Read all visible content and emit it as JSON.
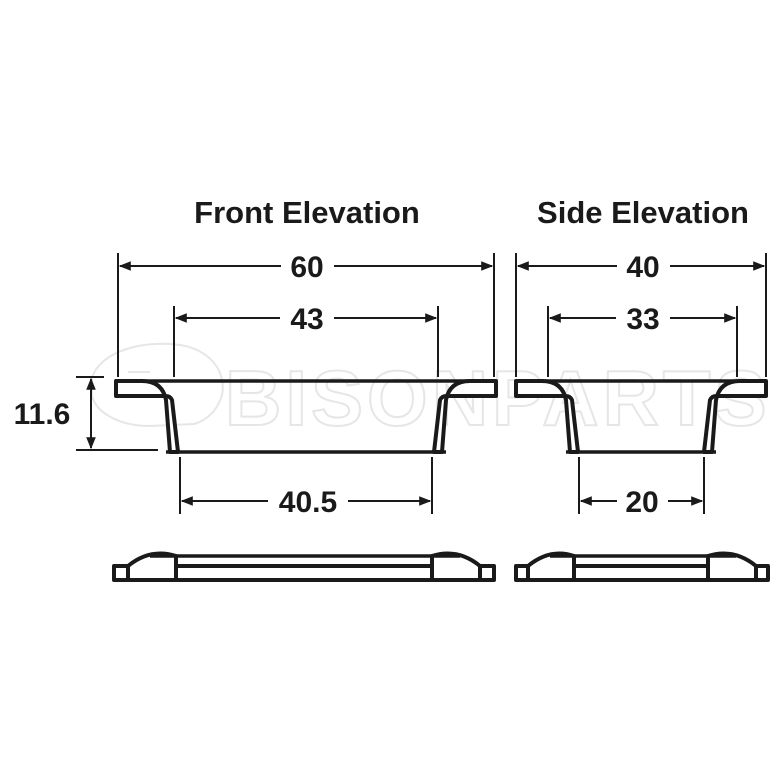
{
  "watermark": {
    "text": "BISONPARTS"
  },
  "front_elevation": {
    "title": "Front Elevation",
    "overall_width": "60",
    "inner_top_width": "43",
    "bottom_width": "40.5",
    "height": "11.6"
  },
  "side_elevation": {
    "title": "Side Elevation",
    "overall_width": "40",
    "inner_top_width": "33",
    "bottom_width": "20"
  },
  "colors": {
    "line": "#1a1a1a",
    "background": "#ffffff",
    "watermark": "#e6e6e6"
  }
}
